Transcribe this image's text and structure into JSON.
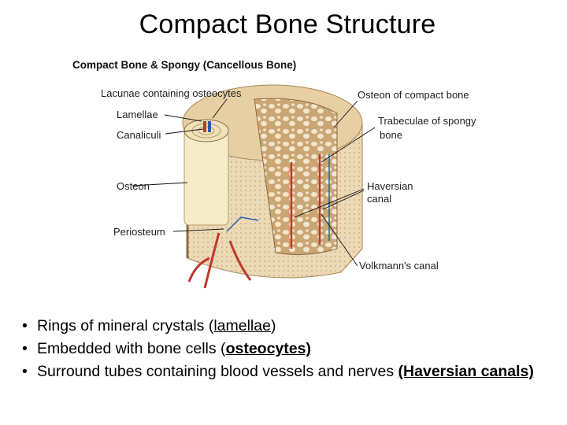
{
  "slide": {
    "title": "Compact Bone Structure"
  },
  "diagram": {
    "heading": "Compact Bone & Spongy (Cancellous Bone)",
    "labels": {
      "lacunae": "Lacunae containing osteocytes",
      "lamellae": "Lamellae",
      "canaliculi": "Canaliculi",
      "osteon": "Osteon",
      "periosteum": "Periosteum",
      "osteon_compact_bone": "Osteon of compact bone",
      "trabeculae_line1": "Trabeculae of spongy",
      "trabeculae_line2": "bone",
      "haversian_line1": "Haversian",
      "haversian_line2": "canal",
      "volkmanns": "Volkmann's canal"
    },
    "colors": {
      "bone": "#ead7b4",
      "spongy": "#c9a674",
      "vessel": "#c0392b",
      "nerve": "#2a5db0"
    }
  },
  "bullets": [
    {
      "before": "Rings of mineral crystals (",
      "emph": "lamellae",
      "after": ")",
      "style": "underline"
    },
    {
      "before": "Embedded with bone cells (",
      "emph": "osteocytes)",
      "after": "",
      "style": "bold-underline"
    },
    {
      "before": "Surround tubes containing blood vessels and nerves ",
      "emph": "(Haversian canals)",
      "after": "",
      "style": "bold-underline"
    }
  ]
}
